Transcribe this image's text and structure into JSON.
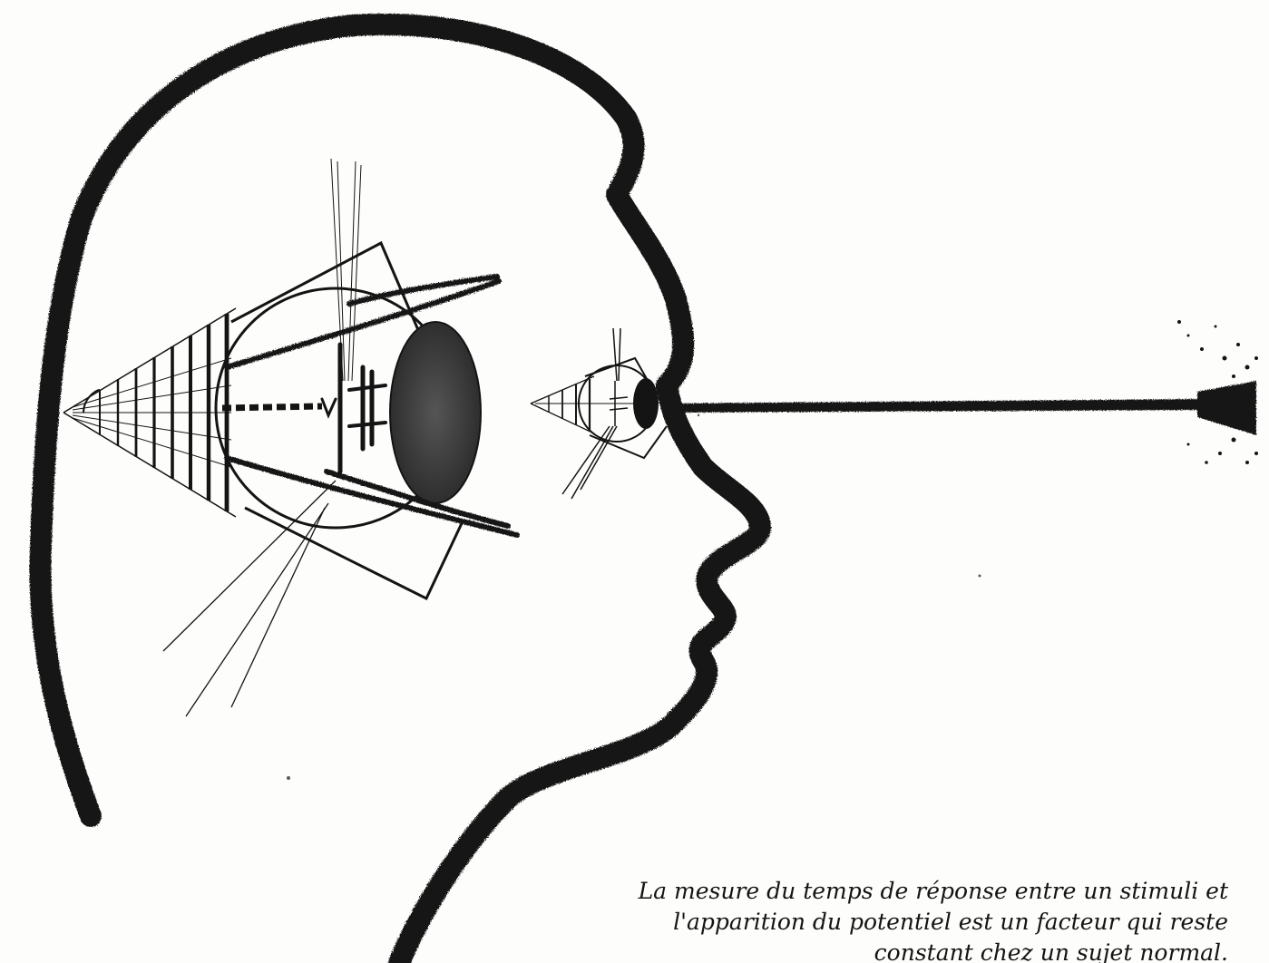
{
  "caption": {
    "line1": "La mesure du temps de réponse entre un stimuli et",
    "line2": "l'apparition du potentiel est un facteur qui reste",
    "line3": "constant chez un sujet normal."
  },
  "colors": {
    "ink": "#141414",
    "paper": "#fdfdfb",
    "lens": "#3a3a3a"
  }
}
